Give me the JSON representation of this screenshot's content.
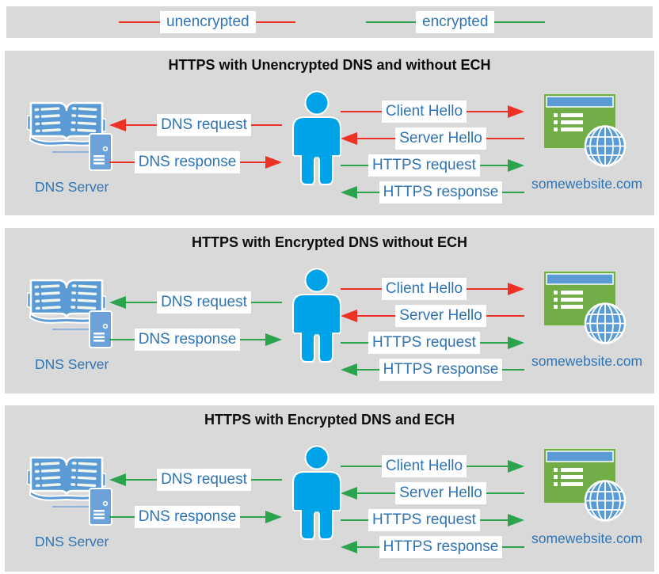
{
  "legend": {
    "unencrypted": {
      "label": "unencrypted",
      "line_color": "#ed3124"
    },
    "encrypted": {
      "label": "encrypted",
      "line_color": "#2ca44e"
    }
  },
  "panels": [
    {
      "title": "HTTPS with Unencrypted DNS and without ECH",
      "dns_server_label": "DNS Server",
      "website_label": "somewebsite.com",
      "arrows": {
        "dns_request": {
          "label": "DNS request",
          "encrypted": false,
          "color": "#ed3124",
          "from": "user",
          "to": "dns-server"
        },
        "dns_response": {
          "label": "DNS response",
          "encrypted": false,
          "color": "#ed3124",
          "from": "dns-server",
          "to": "user"
        },
        "client_hello": {
          "label": "Client Hello",
          "encrypted": false,
          "color": "#ed3124",
          "from": "user",
          "to": "website"
        },
        "server_hello": {
          "label": "Server Hello",
          "encrypted": false,
          "color": "#ed3124",
          "from": "website",
          "to": "user"
        },
        "https_request": {
          "label": "HTTPS request",
          "encrypted": true,
          "color": "#2ca44e",
          "from": "user",
          "to": "website"
        },
        "https_response": {
          "label": "HTTPS response",
          "encrypted": true,
          "color": "#2ca44e",
          "from": "website",
          "to": "user"
        }
      }
    },
    {
      "title": "HTTPS with Encrypted DNS without ECH",
      "dns_server_label": "DNS Server",
      "website_label": "somewebsite.com",
      "arrows": {
        "dns_request": {
          "label": "DNS request",
          "encrypted": true,
          "color": "#2ca44e",
          "from": "user",
          "to": "dns-server"
        },
        "dns_response": {
          "label": "DNS response",
          "encrypted": true,
          "color": "#2ca44e",
          "from": "dns-server",
          "to": "user"
        },
        "client_hello": {
          "label": "Client Hello",
          "encrypted": false,
          "color": "#ed3124",
          "from": "user",
          "to": "website"
        },
        "server_hello": {
          "label": "Server Hello",
          "encrypted": false,
          "color": "#ed3124",
          "from": "website",
          "to": "user"
        },
        "https_request": {
          "label": "HTTPS request",
          "encrypted": true,
          "color": "#2ca44e",
          "from": "user",
          "to": "website"
        },
        "https_response": {
          "label": "HTTPS response",
          "encrypted": true,
          "color": "#2ca44e",
          "from": "website",
          "to": "user"
        }
      }
    },
    {
      "title": "HTTPS with Encrypted DNS and ECH",
      "dns_server_label": "DNS Server",
      "website_label": "somewebsite.com",
      "arrows": {
        "dns_request": {
          "label": "DNS request",
          "encrypted": true,
          "color": "#2ca44e",
          "from": "user",
          "to": "dns-server"
        },
        "dns_response": {
          "label": "DNS response",
          "encrypted": true,
          "color": "#2ca44e",
          "from": "dns-server",
          "to": "user"
        },
        "client_hello": {
          "label": "Client Hello",
          "encrypted": true,
          "color": "#2ca44e",
          "from": "user",
          "to": "website"
        },
        "server_hello": {
          "label": "Server Hello",
          "encrypted": true,
          "color": "#2ca44e",
          "from": "website",
          "to": "user"
        },
        "https_request": {
          "label": "HTTPS request",
          "encrypted": true,
          "color": "#2ca44e",
          "from": "user",
          "to": "website"
        },
        "https_response": {
          "label": "HTTPS response",
          "encrypted": true,
          "color": "#2ca44e",
          "from": "website",
          "to": "user"
        }
      }
    }
  ]
}
